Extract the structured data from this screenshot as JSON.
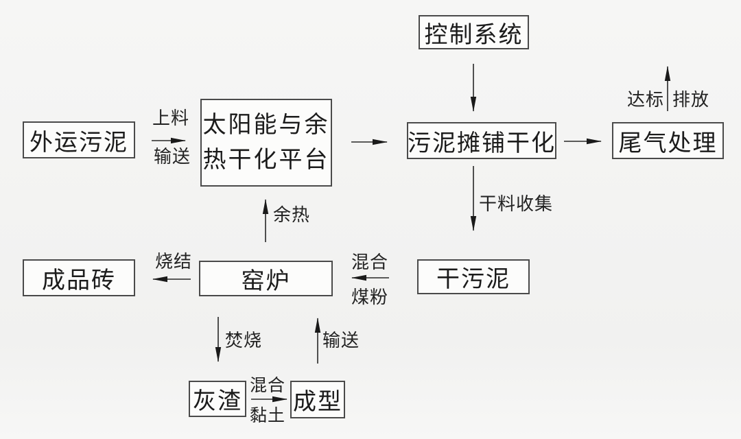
{
  "diagram": {
    "title": "sludge-drying-brick-process-flowchart",
    "nodes": {
      "control_system": "控制系统",
      "external_sludge": "外运污泥",
      "solar_platform_line1": "太阳能与余",
      "solar_platform_line2": "热干化平台",
      "sludge_spreading": "污泥摊铺干化",
      "tail_gas": "尾气处理",
      "dry_sludge": "干污泥",
      "kiln": "窑炉",
      "finished_brick": "成品砖",
      "ash": "灰渣",
      "forming": "成型"
    },
    "edge_labels": {
      "feed_top": "上料",
      "feed_bottom": "输送",
      "standard": "达标",
      "discharge": "排放",
      "dry_collect": "干料收集",
      "mix_coal_top": "混合",
      "mix_coal_bottom": "煤粉",
      "sinter": "烧结",
      "waste_heat": "余热",
      "incinerate": "焚烧",
      "mix_clay_top": "混合",
      "mix_clay_bottom": "黏土",
      "convey": "输送"
    },
    "colors": {
      "background": "#f3f3f2",
      "box_fill": "#fcfcfb",
      "box_border": "#4a4a4a",
      "line": "#262626",
      "text": "#1b1b1b"
    }
  }
}
